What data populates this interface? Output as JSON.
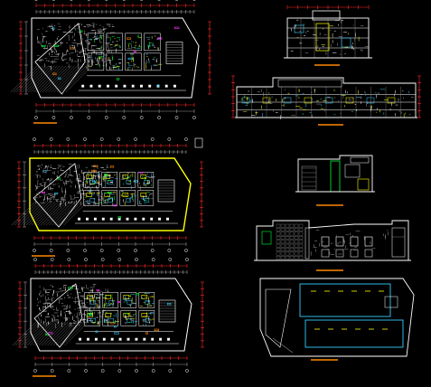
{
  "drawing": {
    "background": "#000000",
    "palette": {
      "frame": "#ffffff",
      "red": "#ff2a2a",
      "yellow": "#ffff00",
      "green": "#00ff33",
      "cyan": "#33ccff",
      "gray": "#9a9a9a",
      "orange": "#ff8800",
      "magenta": "#ff33ff"
    },
    "views": [
      {
        "name": "ground-floor-plan",
        "kind": "plan"
      },
      {
        "name": "first-floor-plan",
        "kind": "plan"
      },
      {
        "name": "second-floor-plan",
        "kind": "plan"
      },
      {
        "name": "small-section",
        "kind": "section"
      },
      {
        "name": "long-section",
        "kind": "section"
      },
      {
        "name": "side-elevation",
        "kind": "elevation"
      },
      {
        "name": "front-elevation",
        "kind": "elevation"
      },
      {
        "name": "roof-plan",
        "kind": "plan"
      }
    ]
  }
}
